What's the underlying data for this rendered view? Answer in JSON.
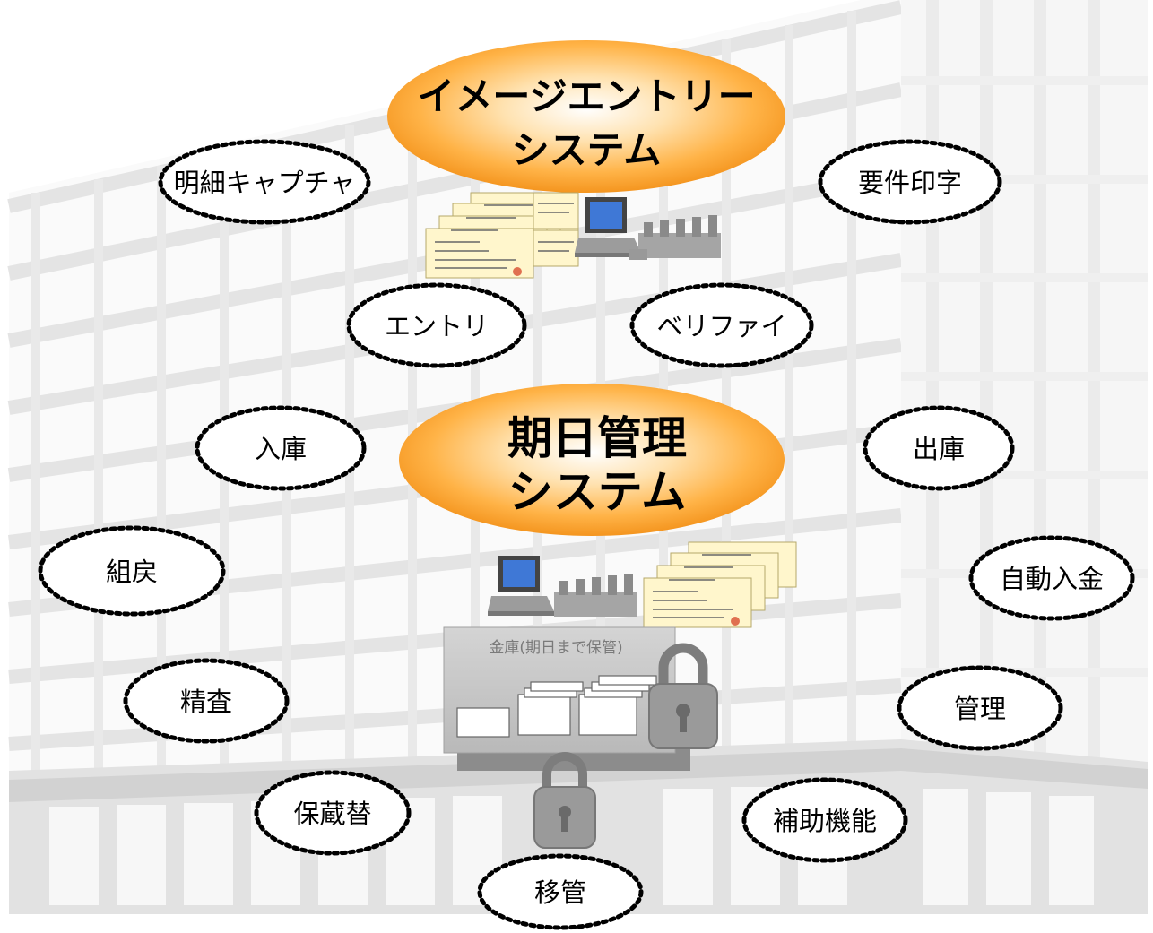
{
  "systems": {
    "image_entry": {
      "line1": "イメージエントリー",
      "line2": "システム"
    },
    "due_date": {
      "line1": "期日管理",
      "line2": "システム"
    }
  },
  "safe_label": "金庫(期日まで保管)",
  "functions": {
    "meisai_capture": "明細キャプチャ",
    "youken_inji": "要件印字",
    "entry": "エントリ",
    "verify": "ベリファイ",
    "nyuko": "入庫",
    "shukko": "出庫",
    "kumimodoshi": "組戻",
    "jidou_nyukin": "自動入金",
    "seisa": "精査",
    "kanri": "管理",
    "hozoukae": "保蔵替",
    "hojo_kinou": "補助機能",
    "ikan": "移管"
  },
  "colors": {
    "ellipse_center": "#ffffff",
    "ellipse_mid": "#ffc46a",
    "ellipse_edge": "#f28c12",
    "building_line": "#e6e6e6",
    "safe_fill": "#c8c8c8",
    "lock_fill": "#9a9a9a"
  },
  "icons": [
    "building-background-icon",
    "document-stack-icon",
    "computer-icon",
    "document-sorter-icon",
    "safe-icon",
    "padlock-icon"
  ]
}
